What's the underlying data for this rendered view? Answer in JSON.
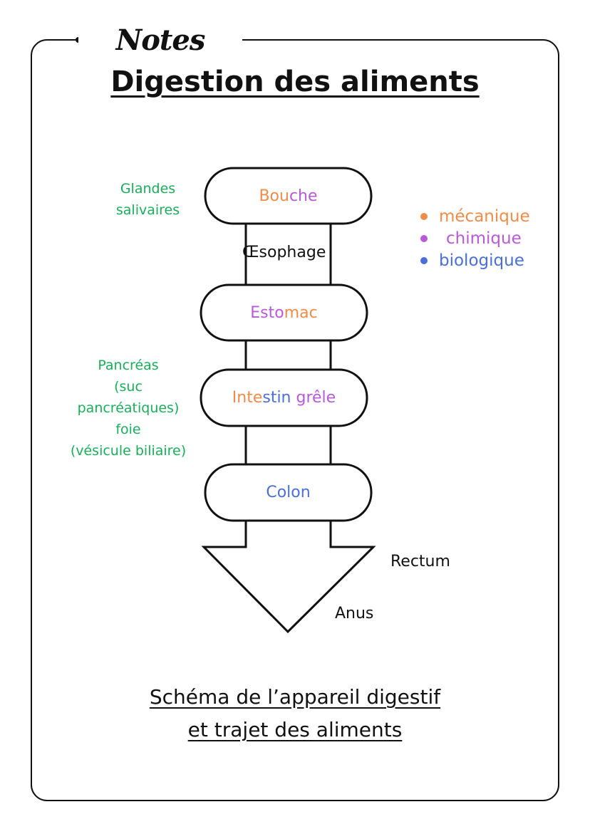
{
  "header": {
    "tag": "Notes"
  },
  "title": "Digestion des aliments",
  "colors": {
    "mecanique": "#f08c4a",
    "chimique": "#b85ad8",
    "biologique": "#4a6fd8",
    "glands": "#1aae5a",
    "outline": "#111111"
  },
  "organs": [
    {
      "id": "bouche",
      "segments": [
        {
          "text": "Bou",
          "color": "#f08c4a"
        },
        {
          "text": "che",
          "color": "#b85ad8"
        }
      ]
    },
    {
      "id": "estomac",
      "segments": [
        {
          "text": "Esto",
          "color": "#b85ad8"
        },
        {
          "text": "mac",
          "color": "#f08c4a"
        }
      ]
    },
    {
      "id": "intestin",
      "segments": [
        {
          "text": "Inte",
          "color": "#f08c4a"
        },
        {
          "text": "stin ",
          "color": "#4a6fd8"
        },
        {
          "text": "grêle",
          "color": "#b85ad8"
        }
      ]
    },
    {
      "id": "colon",
      "segments": [
        {
          "text": "Colon",
          "color": "#4a6fd8"
        }
      ]
    }
  ],
  "oesophage": "Œsophage",
  "glands": {
    "salivaires": [
      "Glandes",
      "salivaires"
    ],
    "pancreas": [
      "Pancréas",
      "(suc",
      "pancréatiques)",
      "foie",
      "(vésicule biliaire)"
    ]
  },
  "legend": [
    {
      "label": "mécanique",
      "color": "#f08c4a"
    },
    {
      "label": "chimique",
      "color": "#b85ad8"
    },
    {
      "label": "biologique",
      "color": "#4a6fd8"
    }
  ],
  "rectum": "Rectum",
  "anus": "Anus",
  "caption": [
    "Schéma de l’appareil digestif",
    "et trajet des aliments"
  ]
}
